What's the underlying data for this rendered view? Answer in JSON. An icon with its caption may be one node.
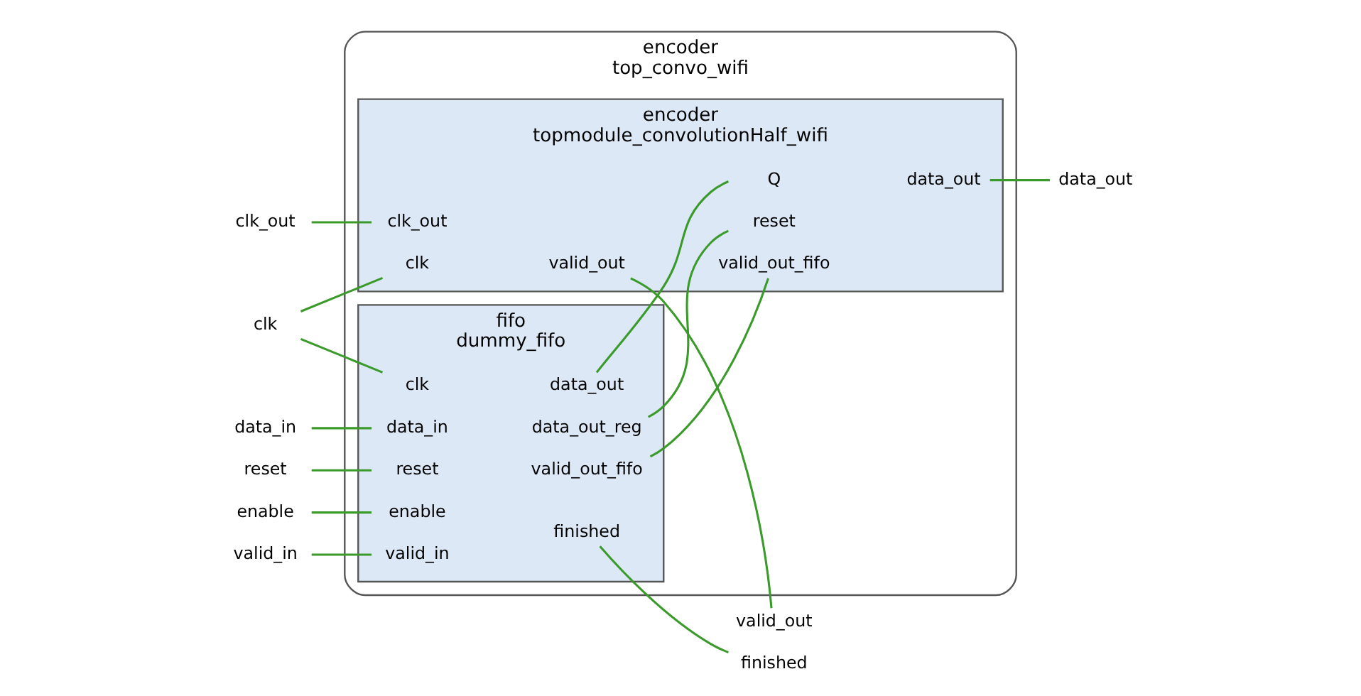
{
  "diagram": {
    "nodes": [
      {
        "text": [
          "encoder",
          "top_convo_wifi"
        ]
      },
      {
        "text": [
          "fifo",
          "dummy_fifo"
        ],
        "in": 0
      },
      {
        "text": [
          "clk"
        ],
        "in": 1
      },
      {
        "text": [
          "data_in"
        ],
        "in": 1
      },
      {
        "text": [
          "enable"
        ],
        "in": 1
      },
      {
        "text": [
          "reset"
        ],
        "in": 1
      },
      {
        "text": [
          "valid_in"
        ],
        "in": 1
      },
      {
        "text": [
          "data_out"
        ],
        "in": 1
      },
      {
        "text": [
          "data_out_reg"
        ],
        "in": 1
      },
      {
        "text": [
          "finished"
        ],
        "in": 1
      },
      {
        "text": [
          "valid_out_fifo"
        ],
        "in": 1
      },
      {
        "text": [
          "encoder",
          "topmodule_convolutionHalf_wifi"
        ],
        "in": 0
      },
      {
        "text": [
          "Q"
        ],
        "in": 11
      },
      {
        "text": [
          "clk"
        ],
        "in": 11
      },
      {
        "text": [
          "clk_out"
        ],
        "in": 11
      },
      {
        "text": [
          "reset"
        ],
        "in": 11
      },
      {
        "text": [
          "valid_out_fifo"
        ],
        "in": 11
      },
      {
        "text": [
          "data_out"
        ],
        "in": 11
      },
      {
        "text": [
          "valid_out"
        ],
        "in": 11
      },
      {
        "text": [
          "clk"
        ]
      },
      {
        "text": [
          "clk_out"
        ]
      },
      {
        "text": [
          "data_in"
        ]
      },
      {
        "text": [
          "enable"
        ]
      },
      {
        "text": [
          "reset"
        ]
      },
      {
        "text": [
          "valid_in"
        ]
      },
      {
        "text": [
          "data_out"
        ]
      },
      {
        "text": [
          "finished"
        ]
      },
      {
        "text": [
          "valid_out"
        ]
      }
    ],
    "edges": [
      {
        "from": 19,
        "to": 2,
        "arrow": "none"
      },
      {
        "from": 19,
        "to": 13,
        "arrow": "none"
      },
      {
        "from": 20,
        "to": 14,
        "arrow": "none"
      },
      {
        "from": 21,
        "to": 3,
        "arrow": "none"
      },
      {
        "from": 22,
        "to": 4,
        "arrow": "none"
      },
      {
        "from": 23,
        "to": 5,
        "arrow": "none"
      },
      {
        "from": 24,
        "to": 6,
        "arrow": "none"
      },
      {
        "from": 7,
        "to": 12,
        "arrow": "none"
      },
      {
        "from": 8,
        "to": 15,
        "arrow": "none"
      },
      {
        "from": 9,
        "to": 26,
        "arrow": "none"
      },
      {
        "from": 10,
        "to": 16,
        "arrow": "none"
      },
      {
        "from": 17,
        "to": 25,
        "arrow": "none"
      },
      {
        "from": 18,
        "to": 27,
        "arrow": "none"
      }
    ]
  }
}
